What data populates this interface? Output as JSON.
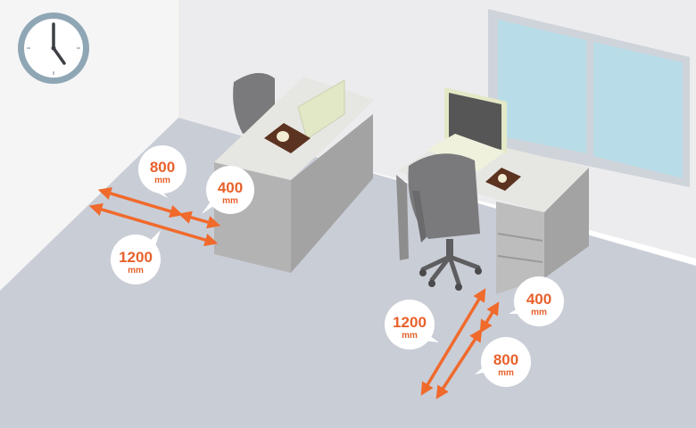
{
  "scene": {
    "colors": {
      "accent": "#f06a2c",
      "wall": "#f2f2f3",
      "floor": "#c9cdd6",
      "desk_top": "#e6e6e3",
      "desk_side": "#a7a7a7",
      "chair": "#7a7a7c",
      "window_glass": "#b9dde8"
    },
    "clock": {
      "icon": "wall-clock-icon",
      "time": "5:00"
    },
    "measurements": {
      "left_desk": [
        {
          "value": "800",
          "unit": "mm"
        },
        {
          "value": "400",
          "unit": "mm"
        },
        {
          "value": "1200",
          "unit": "mm"
        }
      ],
      "right_desk": [
        {
          "value": "1200",
          "unit": "mm"
        },
        {
          "value": "400",
          "unit": "mm"
        },
        {
          "value": "800",
          "unit": "mm"
        }
      ]
    }
  }
}
